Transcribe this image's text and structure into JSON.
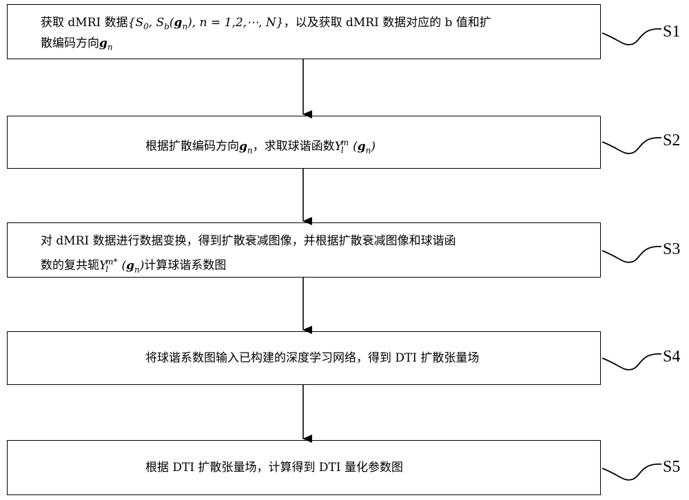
{
  "steps": [
    {
      "id": "S1",
      "label": "S1",
      "line1_prefix": "获取 dMRI 数据",
      "line1_math": "{S₀, S_b(g_n), n = 1,2,⋯, N}",
      "line1_suffix": "，以及获取 dMRI 数据对应的 b 值和扩",
      "line2_prefix": "散编码方向",
      "line2_math": "g_n"
    },
    {
      "id": "S2",
      "label": "S2",
      "line1_prefix": "根据扩散编码方向",
      "line1_math_a": "g_n",
      "line1_mid": "，求取球谐函数",
      "line1_math_b": "Y_l^m(g_n)"
    },
    {
      "id": "S3",
      "label": "S3",
      "line1": "对 dMRI 数据进行数据变换，得到扩散衰减图像，并根据扩散衰减图像和球谐函",
      "line2_prefix": "数的复共轭",
      "line2_math": "Y_l^m*(g_n)",
      "line2_suffix": "计算球谐系数图"
    },
    {
      "id": "S4",
      "label": "S4",
      "line1": "将球谐系数图输入已构建的深度学习网络，得到 DTI 扩散张量场"
    },
    {
      "id": "S5",
      "label": "S5",
      "line1": "根据 DTI 扩散张量场，计算得到 DTI 量化参数图"
    }
  ]
}
